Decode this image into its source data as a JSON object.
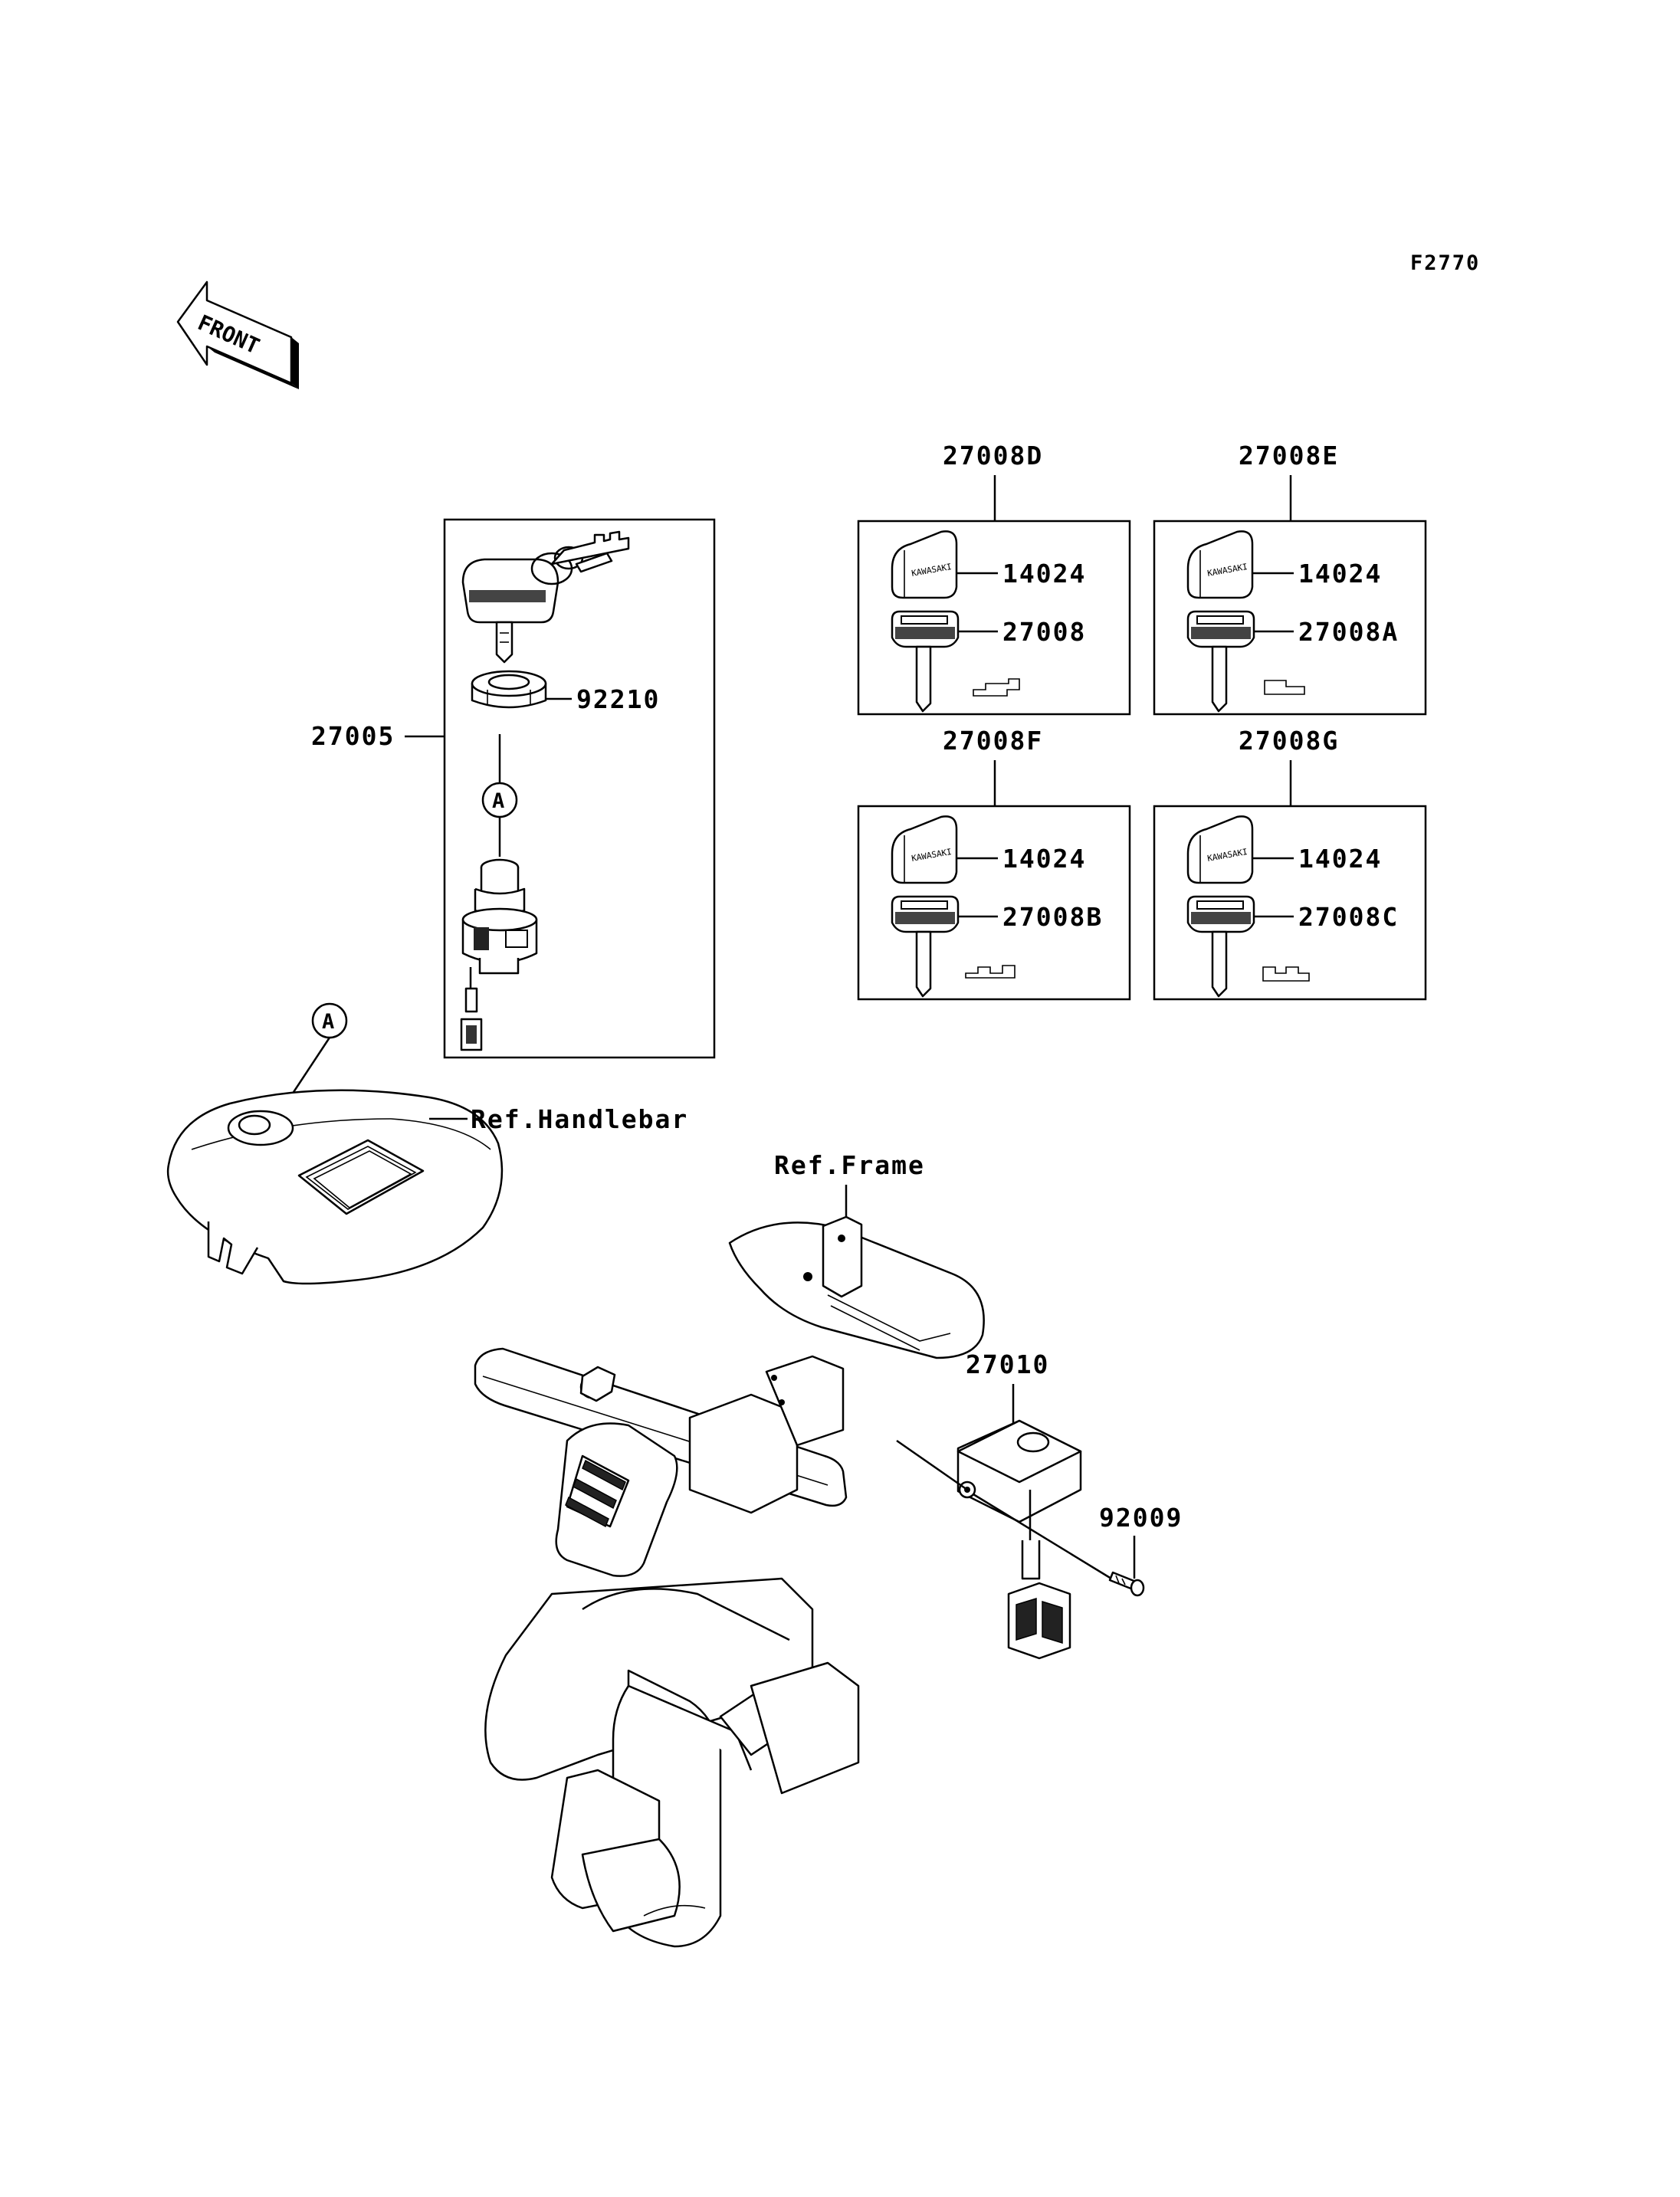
{
  "figure_code": "F2770",
  "front_label": "FRONT",
  "marker_a": "A",
  "parts": {
    "ignition_switch_set": "27005",
    "nut": "92210",
    "key_set_d": "27008D",
    "key_set_e": "27008E",
    "key_set_f": "27008F",
    "key_set_g": "27008G",
    "key_cover_d": "14024",
    "key_cover_e": "14024",
    "key_cover_f": "14024",
    "key_cover_g": "14024",
    "key_d": "27008",
    "key_e": "27008A",
    "key_f": "27008B",
    "key_g": "27008C",
    "switch": "27010",
    "screw": "92009"
  },
  "refs": {
    "handlebar": "Ref.Handlebar",
    "frame": "Ref.Frame"
  }
}
